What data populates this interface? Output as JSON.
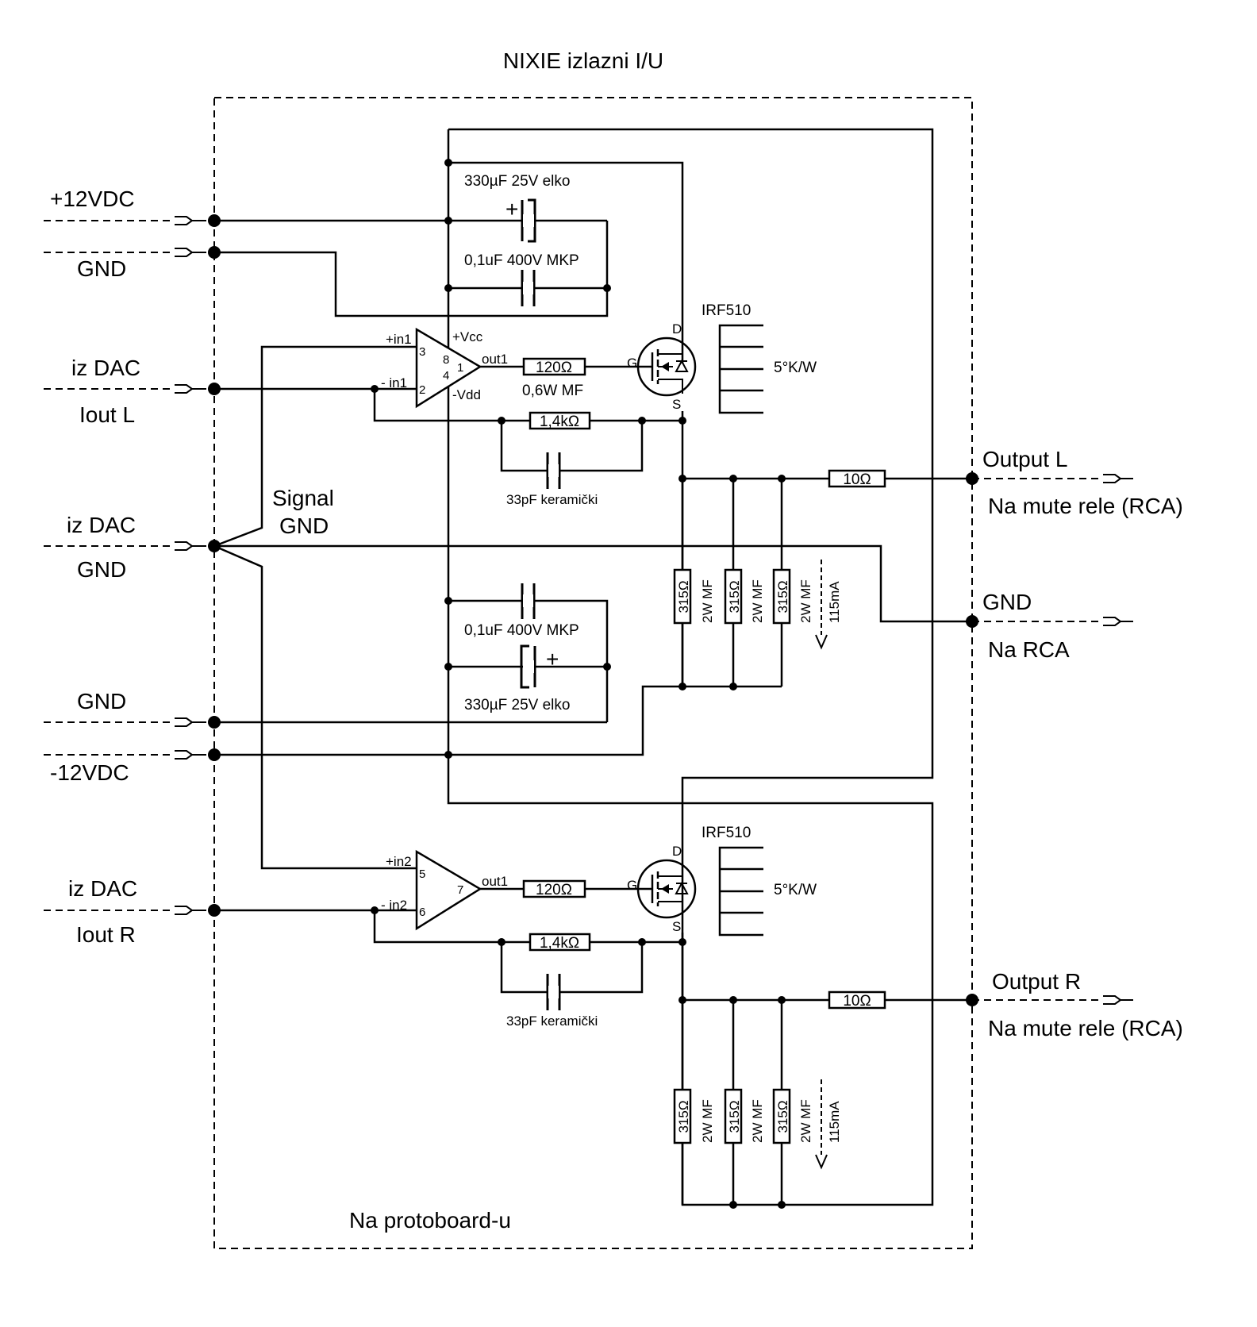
{
  "title": "NIXIE izlazni I/U",
  "board_label": "Na protoboard-u",
  "inputs": {
    "pos_supply": "+12VDC",
    "gnd_top": "GND",
    "dac_l_1": "iz DAC",
    "dac_l_2": "Iout L",
    "dac_gnd_1": "iz DAC",
    "dac_gnd_2": "GND",
    "gnd_bottom": "GND",
    "neg_supply": "-12VDC",
    "dac_r_1": "iz DAC",
    "dac_r_2": "Iout R",
    "signal_gnd_1": "Signal",
    "signal_gnd_2": "GND"
  },
  "outputs": {
    "out_l": "Output L",
    "out_l_dest": "Na mute rele (RCA)",
    "gnd": "GND",
    "gnd_dest": "Na RCA",
    "out_r": "Output R",
    "out_r_dest": "Na mute rele (RCA)"
  },
  "components": {
    "cap_elko": "330µF 25V elko",
    "cap_mkp": "0,1uF 400V MKP",
    "cap_ceramic": "33pF keramički",
    "cap_plus": "+",
    "r_gate": "120Ω",
    "r_gate_spec": "0,6W MF",
    "r_feedback": "1,4kΩ",
    "r_out": "10Ω",
    "r_load": "315Ω",
    "r_load_spec": "2W MF",
    "load_current": "115mA",
    "mosfet": "IRF510",
    "heatsink": "5°K/W",
    "pin_d": "D",
    "pin_g": "G",
    "pin_s": "S"
  },
  "opamp": {
    "in1_pos": "+in1",
    "in1_neg": "- in1",
    "out1": "out1",
    "vcc": "+Vcc",
    "vdd": "-Vdd",
    "in2_pos": "+in2",
    "in2_neg": "- in2",
    "out2": "out1",
    "p3": "3",
    "p2": "2",
    "p8": "8",
    "p4": "4",
    "p1": "1",
    "p5": "5",
    "p6": "6",
    "p7": "7"
  }
}
